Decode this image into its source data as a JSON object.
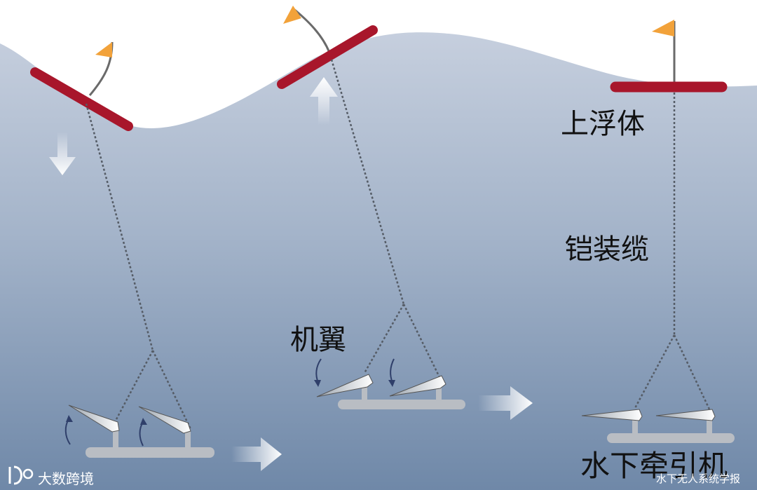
{
  "labels": {
    "upper_float": "上浮体",
    "armored_cable": "铠装缆",
    "wing": "机翼",
    "underwater_tractor": "水下牵引机"
  },
  "watermarks": {
    "left_logo": "大数跨境",
    "right": "水下无人系统学报"
  },
  "colors": {
    "water_top": "#c6cfde",
    "water_bottom": "#6f88a8",
    "float": "#a8162b",
    "flag": "#f2a23a",
    "glider_body": "#b9bdc3",
    "arrow": "#ffffff"
  },
  "icons": [
    "logo-icon",
    "flag-icon",
    "down-arrow-icon",
    "up-arrow-icon",
    "right-arrow-icon",
    "wing-rotation-arrow-icon"
  ]
}
